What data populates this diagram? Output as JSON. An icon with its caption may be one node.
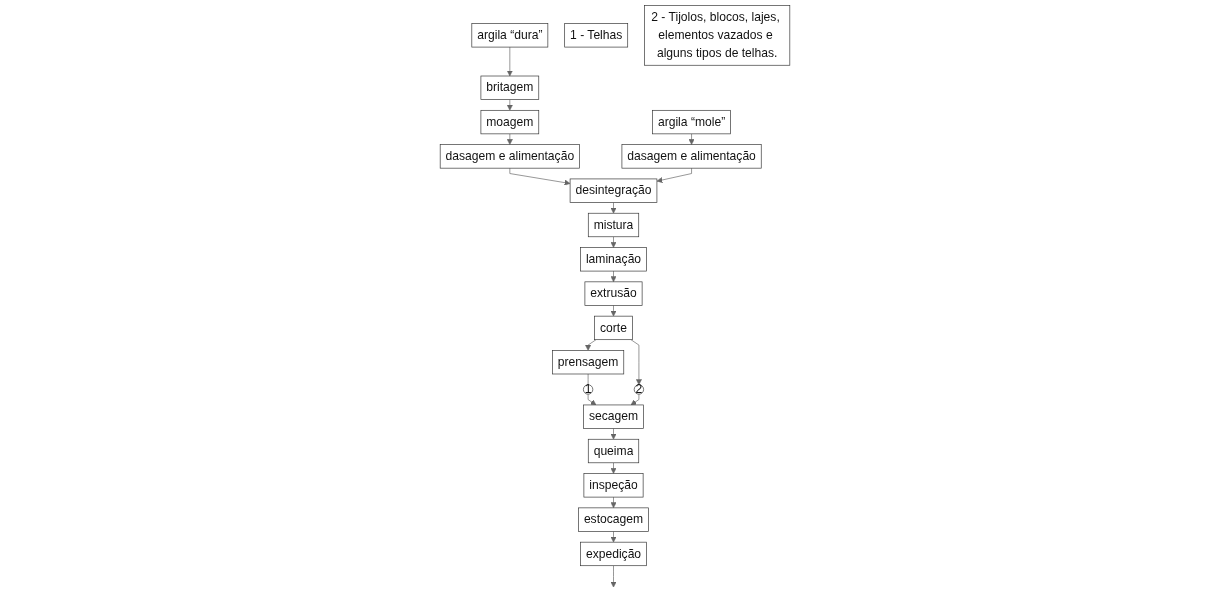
{
  "diagram": {
    "nodes": [
      {
        "text": [
          "argila “dura”"
        ]
      },
      {
        "text": [
          "britagem"
        ]
      },
      {
        "text": [
          "moagem"
        ]
      },
      {
        "text": [
          "dasagem e alimentação"
        ]
      },
      {
        "text": [
          "argila “mole”"
        ]
      },
      {
        "text": [
          "dasagem e alimentação"
        ]
      },
      {
        "text": [
          "desintegração"
        ]
      },
      {
        "text": [
          "mistura"
        ]
      },
      {
        "text": [
          "laminação"
        ]
      },
      {
        "text": [
          "extrusão"
        ]
      },
      {
        "text": [
          "corte"
        ]
      },
      {
        "text": [
          "prensagem"
        ]
      },
      {
        "text": [
          "1"
        ]
      },
      {
        "text": [
          "2"
        ]
      },
      {
        "text": [
          "secagem"
        ]
      },
      {
        "text": [
          "queima"
        ]
      },
      {
        "text": [
          "inspeção"
        ]
      },
      {
        "text": [
          "estocagem"
        ]
      },
      {
        "text": [
          "expedição"
        ]
      },
      {
        "text": [
          "1 - Telhas"
        ]
      },
      {
        "text": [
          "2 - Tijolos, blocos, lajes, elementos vazados e alguns tipos de telhas."
        ]
      }
    ],
    "edges": [
      {
        "from": 0,
        "to": 1,
        "arrow": "to"
      },
      {
        "from": 1,
        "to": 2,
        "arrow": "to"
      },
      {
        "from": 2,
        "to": 3,
        "arrow": "to"
      },
      {
        "from": 4,
        "to": 5,
        "arrow": "to"
      },
      {
        "from": 3,
        "to": 6,
        "arrow": "to"
      },
      {
        "from": 5,
        "to": 6,
        "arrow": "to"
      },
      {
        "from": 6,
        "to": 7,
        "arrow": "to"
      },
      {
        "from": 7,
        "to": 8,
        "arrow": "to"
      },
      {
        "from": 8,
        "to": 9,
        "arrow": "to"
      },
      {
        "from": 9,
        "to": 10,
        "arrow": "to"
      },
      {
        "from": 10,
        "to": 11,
        "arrow": "to"
      },
      {
        "from": 10,
        "to": 13,
        "arrow": "to"
      },
      {
        "from": 11,
        "to": 12,
        "arrow": "none"
      },
      {
        "from": 12,
        "to": 14,
        "arrow": "to"
      },
      {
        "from": 13,
        "to": 14,
        "arrow": "to"
      },
      {
        "from": 14,
        "to": 15,
        "arrow": "to"
      },
      {
        "from": 15,
        "to": 16,
        "arrow": "to"
      },
      {
        "from": 16,
        "to": 17,
        "arrow": "to"
      },
      {
        "from": 17,
        "to": 18,
        "arrow": "to"
      },
      {
        "from": 18,
        "to": null,
        "arrow": "to"
      }
    ]
  }
}
